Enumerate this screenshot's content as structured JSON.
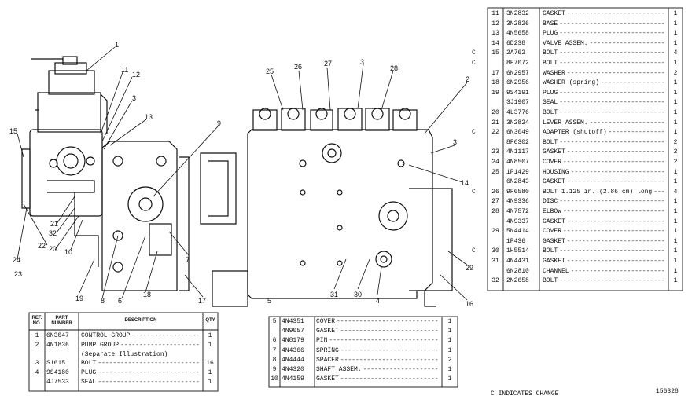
{
  "callouts": [
    "1",
    "11",
    "12",
    "3",
    "13",
    "9",
    "15",
    "21",
    "32",
    "22",
    "20",
    "10",
    "24",
    "23",
    "19",
    "8",
    "6",
    "18",
    "7",
    "17",
    "25",
    "26",
    "27",
    "3",
    "28",
    "2",
    "3",
    "14",
    "31",
    "30",
    "4",
    "5",
    "29",
    "16"
  ],
  "table_left": {
    "headers": {
      "ref": "REF. NO.",
      "part": "PART NUMBER",
      "desc": "DESCRIPTION",
      "qty": "QTY"
    },
    "rows": [
      {
        "ref": "1",
        "part": "6N3047",
        "desc": "CONTROL GROUP",
        "qty": "1"
      },
      {
        "ref": "2",
        "part": "4N1836",
        "desc": "PUMP GROUP",
        "qty": "1"
      },
      {
        "ref": "",
        "part": "",
        "desc": "(Separate Illustration)",
        "qty": ""
      },
      {
        "ref": "3",
        "part": "S1615",
        "desc": "BOLT",
        "qty": "16"
      },
      {
        "ref": "4",
        "part": "9S4180",
        "desc": "PLUG",
        "qty": "1"
      },
      {
        "ref": "",
        "part": "4J7533",
        "desc": "SEAL",
        "qty": "1"
      }
    ]
  },
  "table_mid": {
    "rows": [
      {
        "ref": "5",
        "part": "4N4351",
        "desc": "COVER",
        "qty": "1"
      },
      {
        "ref": "",
        "part": "4N9057",
        "desc": "GASKET",
        "qty": "1"
      },
      {
        "ref": "6",
        "part": "4N8179",
        "desc": "PIN",
        "qty": "1"
      },
      {
        "ref": "7",
        "part": "4N4366",
        "desc": "SPRING",
        "qty": "1"
      },
      {
        "ref": "8",
        "part": "4N4444",
        "desc": "SPACER",
        "qty": "2"
      },
      {
        "ref": "9",
        "part": "4N4320",
        "desc": "SHAFT ASSEM.",
        "qty": "1"
      },
      {
        "ref": "10",
        "part": "4N4159",
        "desc": "GASKET",
        "qty": "1"
      }
    ]
  },
  "table_right": {
    "rows": [
      {
        "mark": "",
        "ref": "11",
        "part": "3N2832",
        "desc": "GASKET",
        "qty": "1"
      },
      {
        "mark": "",
        "ref": "12",
        "part": "3N2826",
        "desc": "BASE",
        "qty": "1"
      },
      {
        "mark": "",
        "ref": "13",
        "part": "4N5658",
        "desc": "PLUG",
        "qty": "1"
      },
      {
        "mark": "",
        "ref": "14",
        "part": "6D238",
        "desc": "VALVE ASSEM.",
        "qty": "1"
      },
      {
        "mark": "C",
        "ref": "15",
        "part": "2A762",
        "desc": "BOLT",
        "qty": "4"
      },
      {
        "mark": "C",
        "ref": "",
        "part": "8F7072",
        "desc": "BOLT",
        "qty": "1"
      },
      {
        "mark": "",
        "ref": "17",
        "part": "6N2957",
        "desc": "WASHER",
        "qty": "2"
      },
      {
        "mark": "",
        "ref": "18",
        "part": "6N2956",
        "desc": "WASHER (spring)",
        "qty": "1"
      },
      {
        "mark": "",
        "ref": "19",
        "part": "9S4191",
        "desc": "PLUG",
        "qty": "1"
      },
      {
        "mark": "",
        "ref": "",
        "part": "3J1907",
        "desc": "SEAL",
        "qty": "1"
      },
      {
        "mark": "",
        "ref": "20",
        "part": "4L3776",
        "desc": "BOLT",
        "qty": "1"
      },
      {
        "mark": "",
        "ref": "21",
        "part": "3N2824",
        "desc": "LEVER ASSEM.",
        "qty": "1"
      },
      {
        "mark": "C",
        "ref": "22",
        "part": "6N3049",
        "desc": "ADAPTER (shutoff)",
        "qty": "1"
      },
      {
        "mark": "",
        "ref": "",
        "part": "8F6302",
        "desc": "BOLT",
        "qty": "2"
      },
      {
        "mark": "",
        "ref": "23",
        "part": "4N1117",
        "desc": "GASKET",
        "qty": "2"
      },
      {
        "mark": "",
        "ref": "24",
        "part": "4N8507",
        "desc": "COVER",
        "qty": "2"
      },
      {
        "mark": "",
        "ref": "25",
        "part": "1P1429",
        "desc": "HOUSING",
        "qty": "1"
      },
      {
        "mark": "",
        "ref": "",
        "part": "6N2843",
        "desc": "GASKET",
        "qty": "1"
      },
      {
        "mark": "C",
        "ref": "26",
        "part": "9F6580",
        "desc": "BOLT 1.125 in. (2.86 cm) long",
        "qty": "4"
      },
      {
        "mark": "",
        "ref": "27",
        "part": "4N9336",
        "desc": "DISC",
        "qty": "1"
      },
      {
        "mark": "",
        "ref": "28",
        "part": "4N7572",
        "desc": "ELBOW",
        "qty": "1"
      },
      {
        "mark": "",
        "ref": "",
        "part": "4N9337",
        "desc": "GASKET",
        "qty": "1"
      },
      {
        "mark": "",
        "ref": "29",
        "part": "5N4414",
        "desc": "COVER",
        "qty": "1"
      },
      {
        "mark": "",
        "ref": "",
        "part": "1P436",
        "desc": "GASKET",
        "qty": "1"
      },
      {
        "mark": "C",
        "ref": "30",
        "part": "1H5514",
        "desc": "BOLT",
        "qty": "1"
      },
      {
        "mark": "",
        "ref": "31",
        "part": "4N4431",
        "desc": "GASKET",
        "qty": "1"
      },
      {
        "mark": "",
        "ref": "",
        "part": "6N2810",
        "desc": "CHANNEL",
        "qty": "1"
      },
      {
        "mark": "",
        "ref": "32",
        "part": "2N2658",
        "desc": "BOLT",
        "qty": "1"
      }
    ]
  },
  "footer": {
    "change_note": "C INDICATES CHANGE",
    "figure_number": "156328"
  }
}
